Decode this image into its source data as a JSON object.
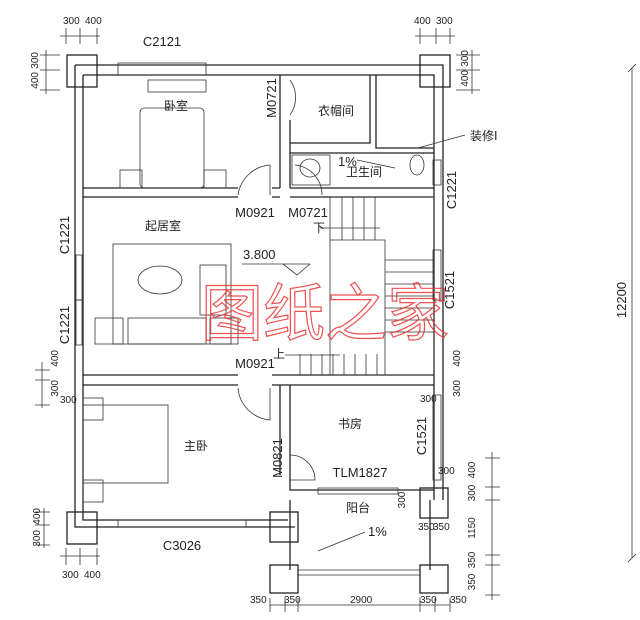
{
  "rooms": {
    "bedroom": "卧室",
    "closet": "衣帽间",
    "bathroom": "卫生间",
    "living": "起居室",
    "master_bedroom": "主卧",
    "study": "书房",
    "balcony": "阳台"
  },
  "doors_windows": {
    "c2121": "C2121",
    "m0721_top": "M0721",
    "c1221_bath": "C1221",
    "m0921_upper": "M0921",
    "m0721_bath": "M0721",
    "c1221_left_upper": "C1221",
    "c1521_right": "C1521",
    "c1221_left_lower": "C1221",
    "m0921_lower": "M0921",
    "c1521_study": "C1521",
    "m0821": "M0821",
    "tlm1827": "TLM1827",
    "c3026": "C3026"
  },
  "annotations": {
    "decoration": "装修I",
    "slope_bath": "1%",
    "slope_balcony": "1%",
    "elevation": "3.800",
    "stairs_down": "下",
    "stairs_up": "上"
  },
  "dimensions": {
    "top_left": [
      "300",
      "400"
    ],
    "top_right": [
      "400",
      "300"
    ],
    "left_top": [
      "300",
      "400"
    ],
    "right_top": [
      "400",
      "300"
    ],
    "left_mid": [
      "400",
      "300"
    ],
    "right_mid": [
      "400",
      "300"
    ],
    "left_study_300": "300",
    "study_300_a": "300",
    "study_300_b": "300",
    "left_bottom": [
      "400",
      "300"
    ],
    "bottom_left": [
      "300",
      "400"
    ],
    "balcony_right": [
      "400",
      "300",
      "1150",
      "350",
      "350"
    ],
    "balcony_350": [
      "350",
      "350"
    ],
    "balcony_300": "300",
    "bottom": [
      "350",
      "350",
      "2900",
      "350",
      "350"
    ],
    "overall": "12200"
  },
  "watermark": "图纸之家"
}
